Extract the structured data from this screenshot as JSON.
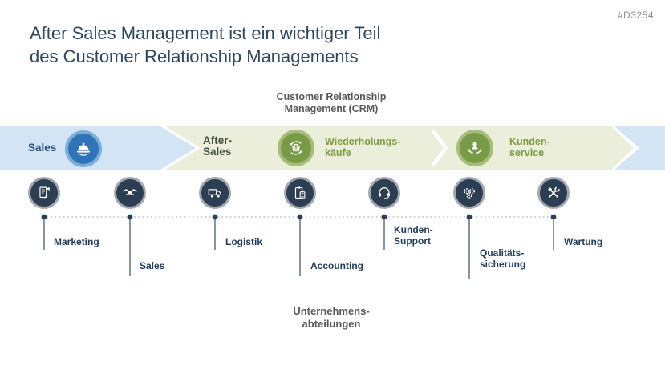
{
  "slide": {
    "code": "#D3254",
    "title": "After Sales Management ist ein wichtiger Teil\ndes Customer Relationship Managements",
    "crm_header": "Customer Relationship\nManagement (CRM)",
    "departments_footer": "Unternehmens-\nabteilungen"
  },
  "process_band": {
    "sales_label": "Sales",
    "after_sales_label": "After-\nSales",
    "repeat_purchases_label": "Wiederholungs-\nkäufe",
    "customer_service_label": "Kunden-\nservice",
    "icons": {
      "sales": "service-bell-icon",
      "repeat_purchases": "repeat-purchase-basket-icon",
      "customer_service": "customer-care-icon"
    },
    "colors": {
      "blue_band": "#d3e5f5",
      "blue_circle_fill": "#2e74b6",
      "blue_circle_ring": "#79aed9",
      "sales_text": "#1f4e79",
      "green_band": "#eaeeda",
      "green_circle_fill": "#789b47",
      "green_circle_ring": "#a9bd7a",
      "green_text": "#7d9b3e",
      "after_sales_text": "#42503b"
    }
  },
  "departments": {
    "items": [
      {
        "label": "Marketing",
        "icon": "flyer-marketing-icon"
      },
      {
        "label": "Sales",
        "icon": "handshake-icon"
      },
      {
        "label": "Logistik",
        "icon": "delivery-truck-icon"
      },
      {
        "label": "Accounting",
        "icon": "calculator-clipboard-icon"
      },
      {
        "label": "Kunden-\nSupport",
        "icon": "headset-support-icon"
      },
      {
        "label": "Qualitäts-\nsicherung",
        "icon": "gears-quality-icon"
      },
      {
        "label": "Wartung",
        "icon": "maintenance-tools-icon"
      }
    ],
    "colors": {
      "circle_fill": "#2b3e52",
      "circle_ring": "#a2a9b0",
      "label_text": "#1f3c5c",
      "connector": "#25415f",
      "dotted_line": "#b8b8b8"
    }
  }
}
